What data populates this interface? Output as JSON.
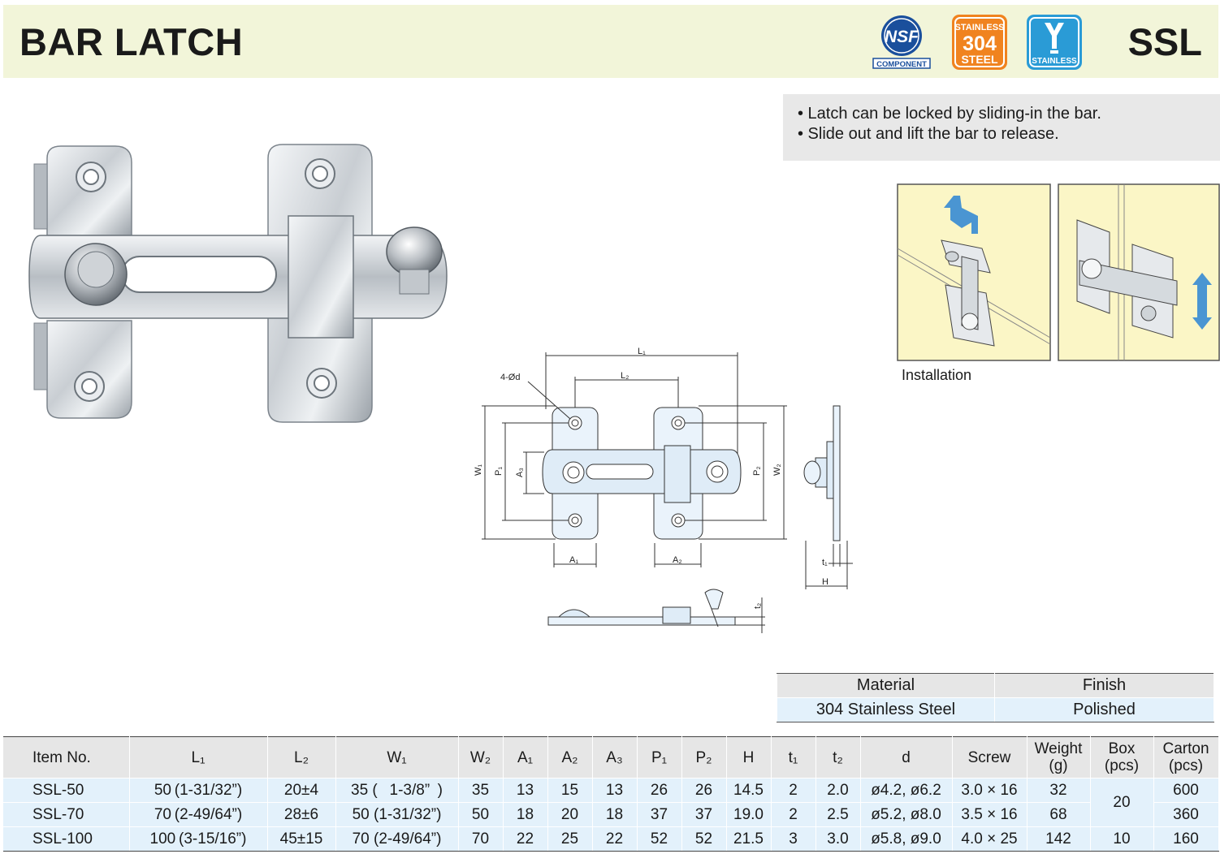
{
  "header": {
    "title": "BAR LATCH",
    "code": "SSL",
    "badges": {
      "nsf_top": "NSF",
      "nsf_bottom": "COMPONENT",
      "stainless_top": "STAINLESS",
      "stainless_mid": "304",
      "stainless_bottom": "STEEL",
      "y_label": "STAINLESS"
    }
  },
  "features": [
    "• Latch can be locked by sliding-in the bar.",
    "• Slide out and lift the bar to release."
  ],
  "installation": {
    "caption": "Installation"
  },
  "drawing": {
    "labels": {
      "l1": "L₁",
      "l2": "L₂",
      "holes": "4-Ød",
      "w1": "W₁",
      "p1": "P₁",
      "a3": "A₃",
      "p2": "P₂",
      "w2": "W₂",
      "a1": "A₁",
      "a2": "A₂",
      "t1": "t₁",
      "h": "H",
      "t2": "t₂"
    }
  },
  "material_table": {
    "headers": [
      "Material",
      "Finish"
    ],
    "values": [
      "304 Stainless Steel",
      "Polished"
    ]
  },
  "spec_table": {
    "headers": [
      "Item No.",
      "L₁",
      "L₂",
      "W₁",
      "W₂",
      "A₁",
      "A₂",
      "A₃",
      "P₁",
      "P₂",
      "H",
      "t₁",
      "t₂",
      "d",
      "Screw",
      "Weight\n(g)",
      "Box\n(pcs)",
      "Carton\n(pcs)"
    ],
    "rows": [
      [
        "SSL-50",
        "50 (1-31/32”)",
        "20±4",
        "35 (  1-3/8” )",
        "35",
        "13",
        "15",
        "13",
        "26",
        "26",
        "14.5",
        "2",
        "2.0",
        "ø4.2, ø6.2",
        "3.0 × 16",
        "32",
        "20",
        "600"
      ],
      [
        "SSL-70",
        "70 (2-49/64”)",
        "28±6",
        "50 (1-31/32”)",
        "50",
        "18",
        "20",
        "18",
        "37",
        "37",
        "19.0",
        "2",
        "2.5",
        "ø5.2, ø8.0",
        "3.5 × 16",
        "68",
        "",
        "360"
      ],
      [
        "SSL-100",
        "100 (3-15/16”)",
        "45±15",
        "70 (2-49/64”)",
        "70",
        "22",
        "25",
        "22",
        "52",
        "52",
        "21.5",
        "3",
        "3.0",
        "ø5.8, ø9.0",
        "4.0 × 25",
        "142",
        "10",
        "160"
      ]
    ]
  },
  "colors": {
    "header_bg": "#f2f5d9",
    "nsf_blue": "#1a4f9c",
    "stainless_orange": "#f0831f",
    "y_blue": "#2a9bd6",
    "table_header": "#e6e6e6",
    "table_value": "#e3f1fb",
    "install_bg": "#fbf6c6",
    "arrow_blue": "#4a95d2"
  }
}
